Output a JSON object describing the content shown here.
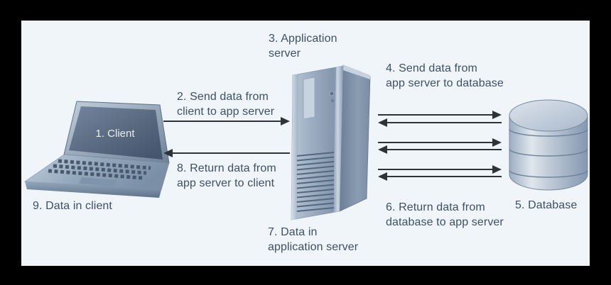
{
  "figure": {
    "background_color": "#f0f5f9",
    "frame_color": "#000000",
    "text_color": "#3e4f66",
    "arrow_color": "#2e3338",
    "icons": {
      "client": "laptop-icon",
      "app_server": "server-tower-icon",
      "database": "database-cylinder-icon"
    },
    "labels": {
      "client_screen": "1. Client",
      "client_caption": "9. Data in client",
      "app_server_title": {
        "line1": "3. Application",
        "line2": "server"
      },
      "app_server_caption": {
        "line1": "7. Data in",
        "line2": "application server"
      },
      "database_caption": "5. Database"
    },
    "flows": {
      "client_to_app": {
        "line1": "2. Send data from",
        "line2": "client to app server"
      },
      "app_to_client": {
        "line1": "8. Return data from",
        "line2": "app server to client"
      },
      "app_to_db": {
        "line1": "4. Send data from",
        "line2": "app server to database"
      },
      "db_to_app": {
        "line1": "6. Return data from",
        "line2": "database to app server"
      }
    }
  }
}
